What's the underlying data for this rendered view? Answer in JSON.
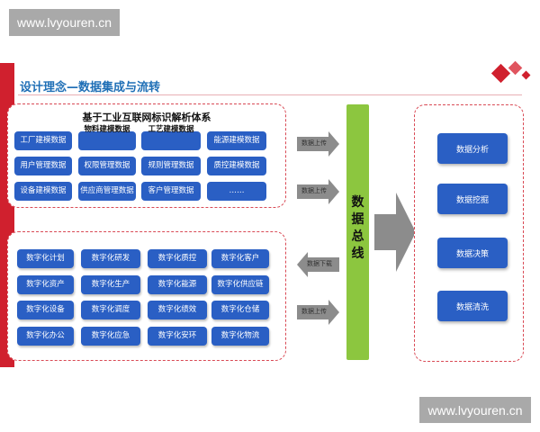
{
  "watermark": {
    "top": "www.lvyouren.cn",
    "bottom": "www.lvyouren.cn"
  },
  "slide": {
    "title": "设计理念—数据集成与流转",
    "top_panel": {
      "title": "基于工业互联网标识解析体系",
      "rows": [
        [
          "工厂建模数据",
          "物料建模数据",
          "工艺建模数据",
          "能源建模数据"
        ],
        [
          "用户管理数据",
          "权限管理数据",
          "规则管理数据",
          "质控建模数据"
        ],
        [
          "设备建模数据",
          "供应商管理数据",
          "客户管理数据",
          "……"
        ]
      ]
    },
    "bottom_panel": {
      "rows": [
        [
          "数字化计划",
          "数字化研发",
          "数字化质控",
          "数字化客户"
        ],
        [
          "数字化资产",
          "数字化生产",
          "数字化能源",
          "数字化供应链"
        ],
        [
          "数字化设备",
          "数字化调度",
          "数字化绩效",
          "数字化仓储"
        ],
        [
          "数字化办公",
          "数字化应急",
          "数字化安环",
          "数字化物流"
        ]
      ]
    },
    "arrows": {
      "upload_1": "数据上传",
      "upload_2": "数据上传",
      "download": "数据下载",
      "upload_3": "数据上传"
    },
    "bus_label": [
      "数",
      "据",
      "总",
      "线"
    ],
    "right_panel": [
      "数据分析",
      "数据挖掘",
      "数据决策",
      "数据清洗"
    ]
  },
  "colors": {
    "accent_red": "#d0202e",
    "box_blue": "#2a5fc4",
    "bus_green": "#8cc63f",
    "arrow_gray": "#8c8c8c",
    "title_blue": "#1f6fb6"
  }
}
